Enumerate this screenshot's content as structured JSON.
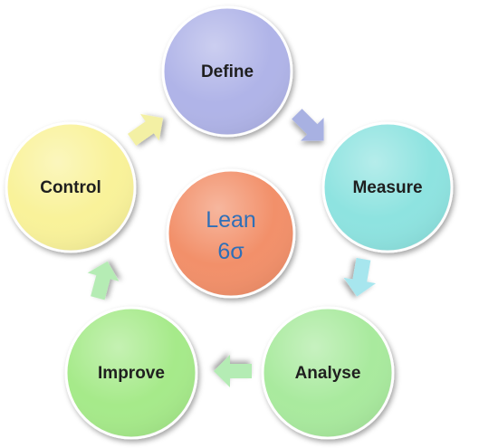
{
  "diagram": {
    "center": {
      "line1": "Lean",
      "line2": "6σ",
      "color": "#f2906a"
    },
    "stages": [
      {
        "id": "define",
        "label": "Define",
        "color": "#b0b4e8"
      },
      {
        "id": "measure",
        "label": "Measure",
        "color": "#8ee3e0"
      },
      {
        "id": "analyse",
        "label": "Analyse",
        "color": "#a9ea9e"
      },
      {
        "id": "improve",
        "label": "Improve",
        "color": "#a6ea8a"
      },
      {
        "id": "control",
        "label": "Control",
        "color": "#f9f29a"
      }
    ],
    "arrows": [
      {
        "id": "define-to-measure",
        "color": "#a8b1e2"
      },
      {
        "id": "measure-to-analyse",
        "color": "#a7e6ee"
      },
      {
        "id": "analyse-to-improve",
        "color": "#b4ecb4"
      },
      {
        "id": "improve-to-control",
        "color": "#b5ecb4"
      },
      {
        "id": "control-to-define",
        "color": "#f3f0a4"
      }
    ]
  }
}
